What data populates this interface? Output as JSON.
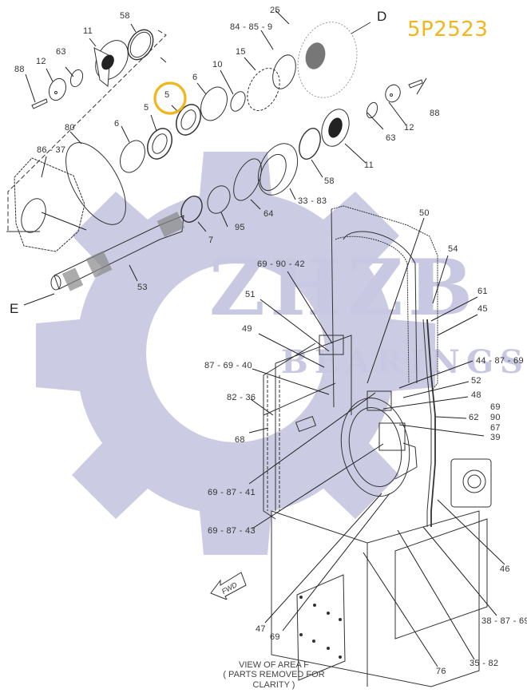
{
  "diagram": {
    "type": "exploded parts diagram",
    "part_number": "5P2523",
    "highlight": {
      "label": "5",
      "color": "#f2b61c",
      "shape": "circle"
    },
    "accent_color": "#f2b61c",
    "line_color": "#333333",
    "watermark": {
      "text": "ZHZB",
      "subtext": "BEARINGS",
      "color": "#c8c8e2",
      "shape": "gear-icon"
    },
    "view_letters": {
      "D": "D",
      "E": "E"
    },
    "caption": {
      "line1": "VIEW OF AREA  F",
      "line2": "( PARTS REMOVED FOR CLARITY )"
    },
    "fwd_arrow": "FWD",
    "callouts_upper": [
      {
        "id": "58",
        "text": "58"
      },
      {
        "id": "11a",
        "text": "11"
      },
      {
        "id": "63a",
        "text": "63"
      },
      {
        "id": "12a",
        "text": "12"
      },
      {
        "id": "88a",
        "text": "88"
      },
      {
        "id": "5a",
        "text": "5"
      },
      {
        "id": "5b",
        "text": "5"
      },
      {
        "id": "6a",
        "text": "6"
      },
      {
        "id": "6b",
        "text": "6"
      },
      {
        "id": "10",
        "text": "10"
      },
      {
        "id": "15",
        "text": "15"
      },
      {
        "id": "84-85-9",
        "text": "84 - 85 - 9"
      },
      {
        "id": "25",
        "text": "25"
      },
      {
        "id": "88b",
        "text": "88"
      },
      {
        "id": "12b",
        "text": "12"
      },
      {
        "id": "63b",
        "text": "63"
      },
      {
        "id": "11b",
        "text": "11"
      },
      {
        "id": "58b",
        "text": "58"
      },
      {
        "id": "33-83",
        "text": "33 - 83"
      },
      {
        "id": "64",
        "text": "64"
      },
      {
        "id": "95",
        "text": "95"
      },
      {
        "id": "7",
        "text": "7"
      },
      {
        "id": "80",
        "text": "80"
      },
      {
        "id": "86-37",
        "text": "86 - 37"
      },
      {
        "id": "53",
        "text": "53"
      }
    ],
    "callouts_lower": [
      {
        "id": "50",
        "text": "50"
      },
      {
        "id": "54",
        "text": "54"
      },
      {
        "id": "61",
        "text": "61"
      },
      {
        "id": "45",
        "text": "45"
      },
      {
        "id": "69-90-42",
        "text": "69 - 90 - 42"
      },
      {
        "id": "51",
        "text": "51"
      },
      {
        "id": "49",
        "text": "49"
      },
      {
        "id": "87-69-40",
        "text": "87 - 69 - 40"
      },
      {
        "id": "44-87-69",
        "text": "44 - 87 - 69"
      },
      {
        "id": "52",
        "text": "52"
      },
      {
        "id": "48",
        "text": "48"
      },
      {
        "id": "62",
        "text": "62"
      },
      {
        "id": "69",
        "text": "69"
      },
      {
        "id": "90",
        "text": "90"
      },
      {
        "id": "67",
        "text": "67"
      },
      {
        "id": "39",
        "text": "39"
      },
      {
        "id": "82-36",
        "text": "82 - 36"
      },
      {
        "id": "68",
        "text": "68"
      },
      {
        "id": "69-87-41",
        "text": "69 - 87 - 41"
      },
      {
        "id": "69-87-43",
        "text": "69 - 87 - 43"
      },
      {
        "id": "46",
        "text": "46"
      },
      {
        "id": "38-87-69",
        "text": "38 - 87 - 69"
      },
      {
        "id": "35-82",
        "text": "35 - 82"
      },
      {
        "id": "76",
        "text": "76"
      },
      {
        "id": "47",
        "text": "47"
      },
      {
        "id": "69b",
        "text": "69"
      }
    ]
  }
}
